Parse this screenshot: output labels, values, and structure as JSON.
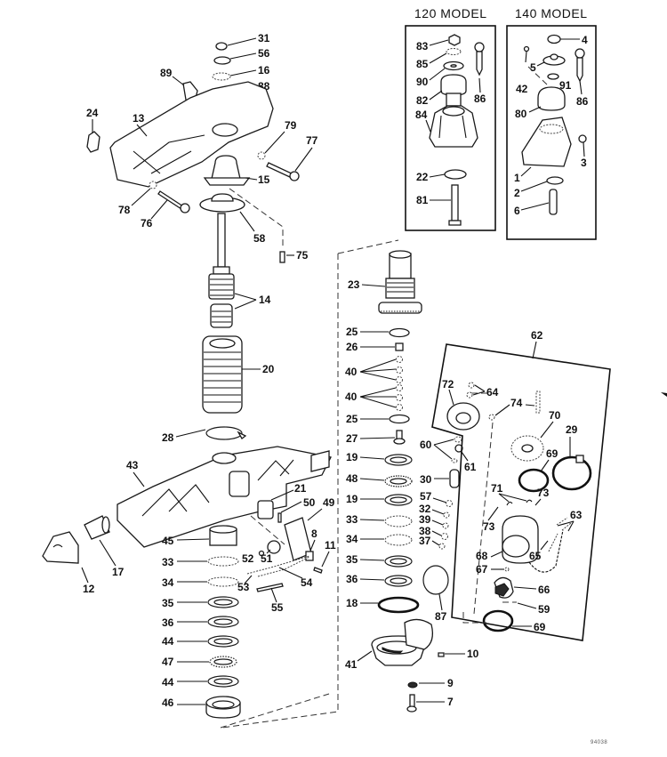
{
  "diagram": {
    "type": "exploded-parts-diagram",
    "subject": "Outboard swivel bracket / power trim-tilt assembly",
    "drawing_code": "94038",
    "inset_120": {
      "title": "120 MODEL",
      "callouts": [
        "83",
        "85",
        "90",
        "82",
        "84",
        "86",
        "22",
        "81"
      ]
    },
    "inset_140": {
      "title": "140 MODEL",
      "callouts": [
        "4",
        "42",
        "5",
        "91",
        "86",
        "80",
        "3",
        "1",
        "2",
        "6"
      ]
    },
    "motor_group": {
      "group_callout": "62",
      "callouts": [
        "72",
        "64",
        "74",
        "70",
        "29",
        "69",
        "71",
        "73",
        "73",
        "63",
        "68",
        "67",
        "65",
        "66",
        "59",
        "69"
      ]
    },
    "callouts": {
      "c31": "31",
      "c56": "56",
      "c16": "16",
      "c88": "88",
      "c89": "89",
      "c24": "24",
      "c13": "13",
      "c79": "79",
      "c77": "77",
      "c15": "15",
      "c78": "78",
      "c76": "76",
      "c58": "58",
      "c75": "75",
      "c14": "14",
      "c20": "20",
      "c28": "28",
      "c43": "43",
      "c21": "21",
      "c50": "50",
      "c49": "49",
      "c8": "8",
      "c11": "11",
      "c45": "45",
      "c52": "52",
      "c51": "51",
      "c53": "53",
      "c54": "54",
      "c55": "55",
      "c12": "12",
      "c17": "17",
      "c33a": "33",
      "c34a": "34",
      "c35a": "35",
      "c36a": "36",
      "c44a": "44",
      "c47": "47",
      "c44b": "44",
      "c46": "46",
      "c23": "23",
      "c25a": "25",
      "c26": "26",
      "c40a": "40",
      "c40b": "40",
      "c25b": "25",
      "c27": "27",
      "c19a": "19",
      "c48": "48",
      "c19b": "19",
      "c33b": "33",
      "c34b": "34",
      "c35b": "35",
      "c36b": "36",
      "c18": "18",
      "c41": "41",
      "c9": "9",
      "c7": "7",
      "c10": "10",
      "c87": "87",
      "c60": "60",
      "c61": "61",
      "c30": "30",
      "c57": "57",
      "c32": "32",
      "c39": "39",
      "c38": "38",
      "c37": "37",
      "c62": "62",
      "c72": "72",
      "c64": "64",
      "c74": "74",
      "c70": "70",
      "c29": "29",
      "c69a": "69",
      "c71": "71",
      "c73a": "73",
      "c73b": "73",
      "c63": "63",
      "c68": "68",
      "c67": "67",
      "c65": "65",
      "c66": "66",
      "c59": "59",
      "c69b": "69",
      "c83": "83",
      "c85": "85",
      "c90": "90",
      "c82": "82",
      "c84": "84",
      "c86a": "86",
      "c22": "22",
      "c81": "81",
      "c4": "4",
      "c42": "42",
      "c5": "5",
      "c91": "91",
      "c86b": "86",
      "c80": "80",
      "c3": "3",
      "c1": "1",
      "c2": "2",
      "c6": "6"
    }
  }
}
